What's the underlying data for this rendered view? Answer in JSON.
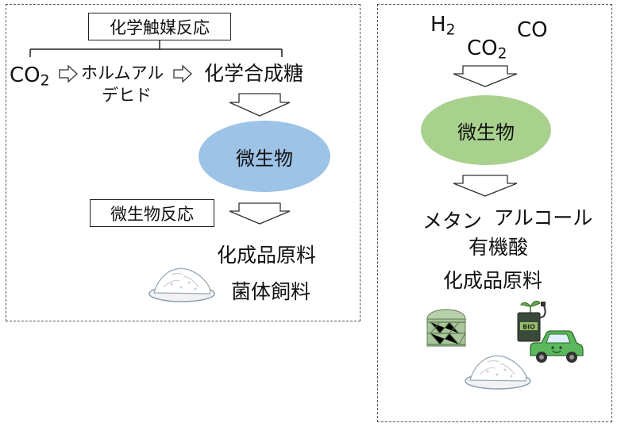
{
  "left": {
    "catalyst_box": "化学触媒反応",
    "co2_main": "CO",
    "co2_sub": "2",
    "formaldehyde_line1": "ホルムアル",
    "formaldehyde_line2": "デヒド",
    "sugar": "化学合成糖",
    "microbe": "微生物",
    "reaction_box": "微生物反応",
    "product1": "化成品原料",
    "product2": "菌体飼料"
  },
  "right": {
    "h2_main": "H",
    "h2_sub": "2",
    "co": "CO",
    "co2_main": "CO",
    "co2_sub": "2",
    "microbe": "微生物",
    "methane": "メタン",
    "alcohol": "アルコール",
    "organic_acid": "有機酸",
    "chemical_raw": "化成品原料",
    "bio_label": "BIO"
  },
  "colors": {
    "left_ellipse": "#9dc3e6",
    "right_ellipse": "#a9d18e",
    "border": "#555555"
  }
}
